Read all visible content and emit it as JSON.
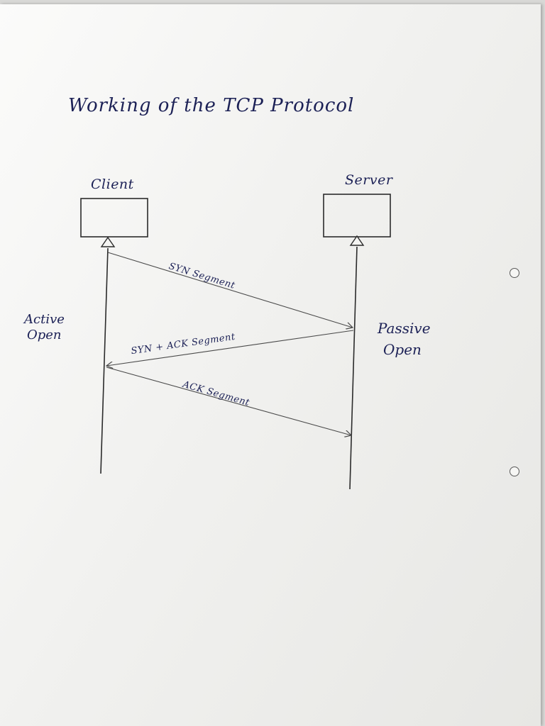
{
  "title": "Working of the TCP Protocol",
  "entities": {
    "client": "Client",
    "server": "Server"
  },
  "states": {
    "active": [
      "Active",
      "Open"
    ],
    "passive": [
      "Passive",
      "Open"
    ]
  },
  "messages": [
    {
      "label": "SYN Segment",
      "from": "client",
      "to": "server"
    },
    {
      "label": "SYN + ACK Segment",
      "from": "server",
      "to": "client"
    },
    {
      "label": "ACK Segment",
      "from": "client",
      "to": "server"
    }
  ]
}
